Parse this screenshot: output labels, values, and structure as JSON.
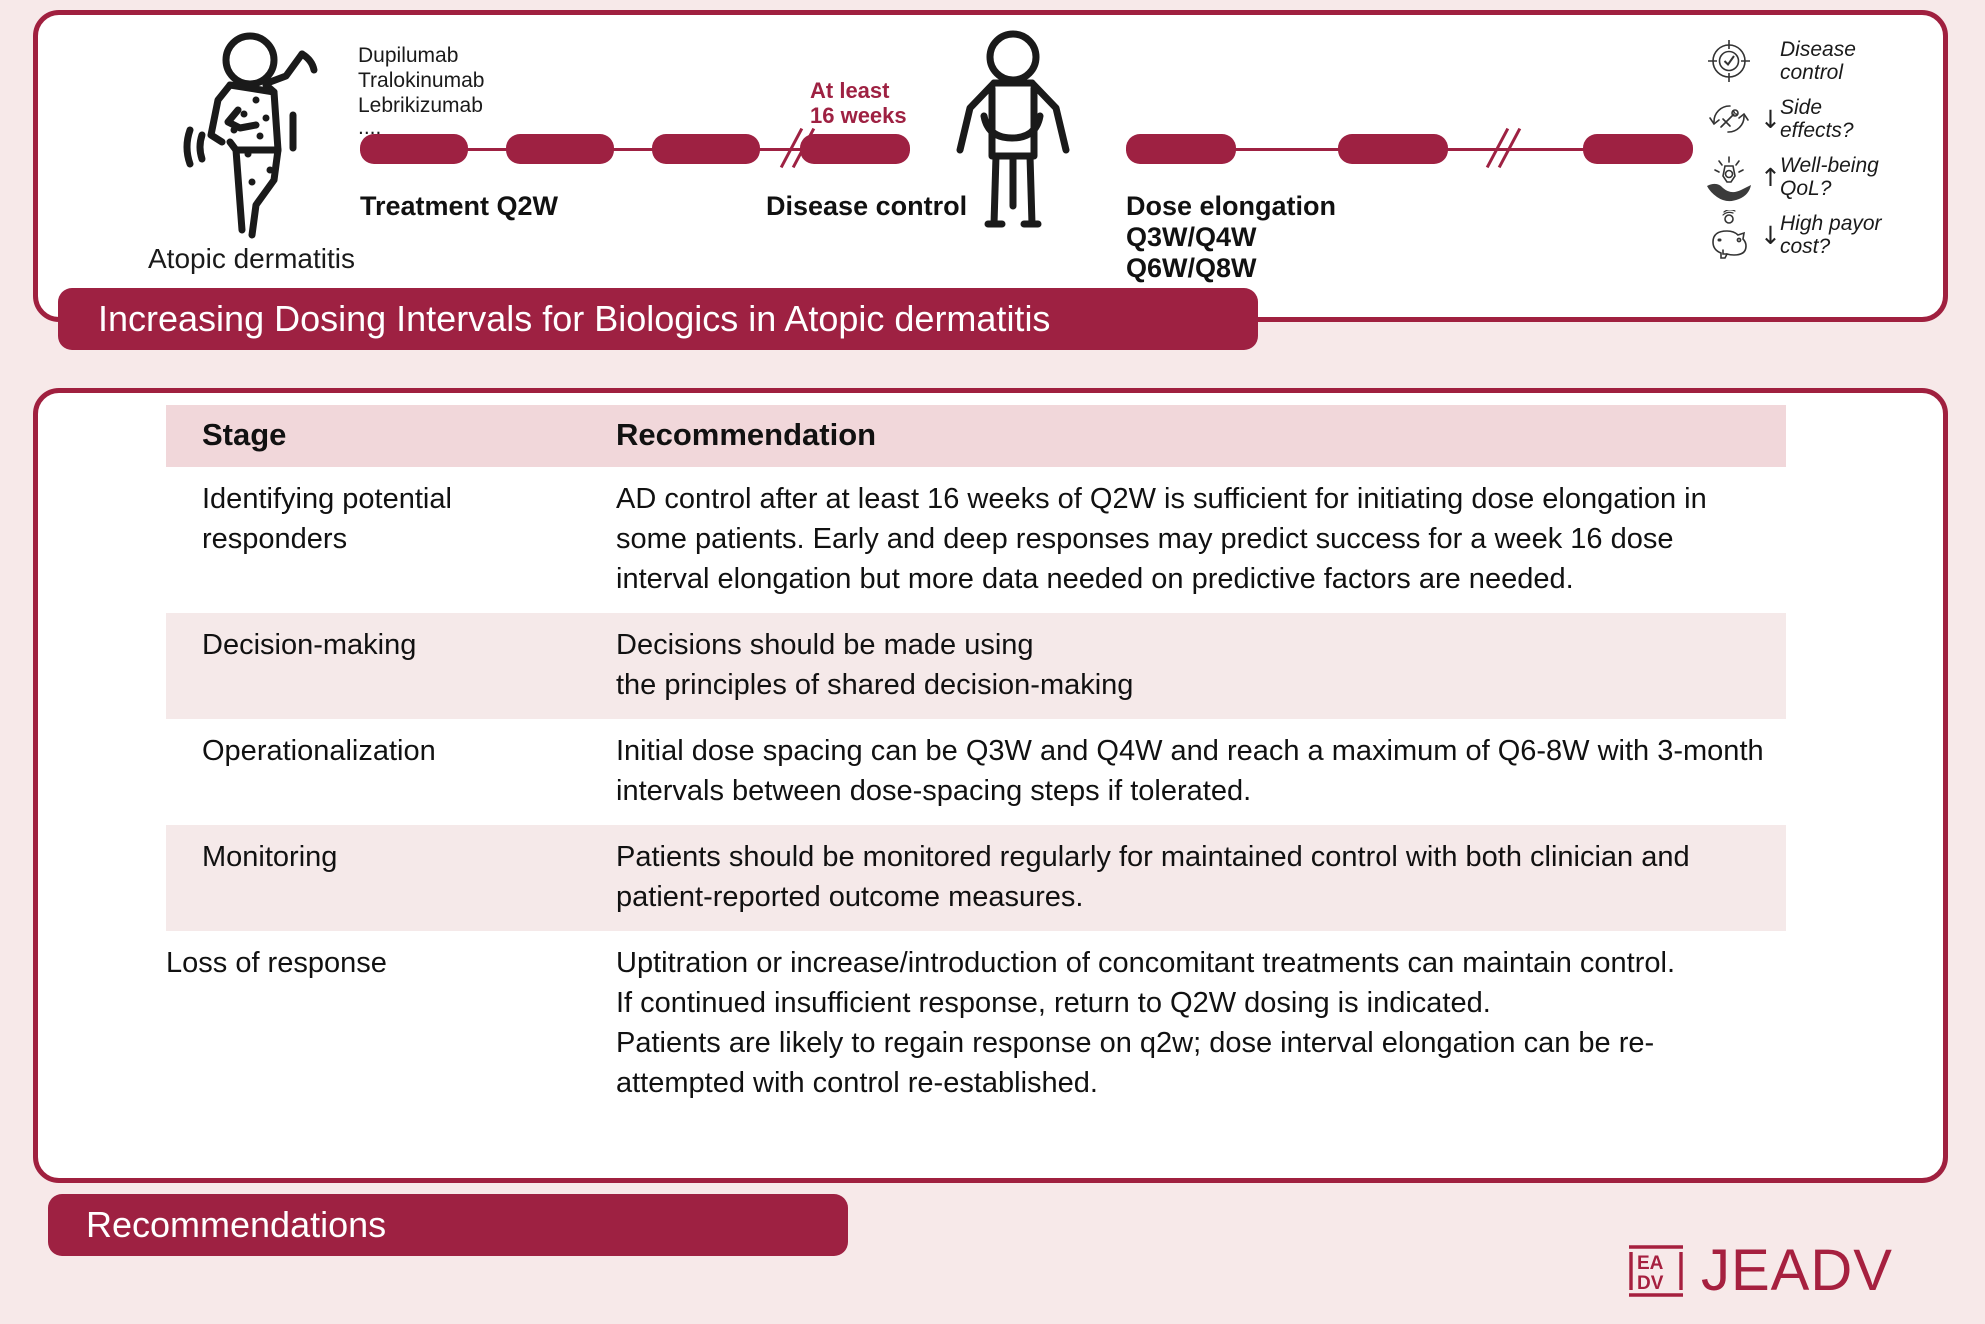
{
  "colors": {
    "brand_dark_red": "#9e2142",
    "card_border": "#a0203f",
    "page_background": "#f7e9e9",
    "table_header_pink": "#f1d7da",
    "table_stripe_pink": "#f5e9e9",
    "logo_red": "#a6203f"
  },
  "diagram": {
    "patient_label": "Atopic dermatitis",
    "drug_list": "Dupilumab\nTralokinumab\nLebrikizumab\n....",
    "treatment_label": "Treatment Q2W",
    "duration_note": "At least\n16 weeks",
    "disease_control_label": "Disease control",
    "dose_elongation_label": "Dose elongation\nQ3W/Q4W\nQ6W/Q8W",
    "legend": [
      {
        "icon": "target-check-icon",
        "arrow": "",
        "text": "Disease\ncontrol"
      },
      {
        "icon": "syringe-recycle-icon",
        "arrow": "↓",
        "text": "Side\neffects?"
      },
      {
        "icon": "hand-lightbulb-icon",
        "arrow": "↑",
        "text": "Well-being\nQoL?"
      },
      {
        "icon": "piggy-bank-icon",
        "arrow": "↓",
        "text": "High payor\ncost?"
      }
    ]
  },
  "title_banner": {
    "label": "Increasing Dosing Intervals for Biologics in Atopic dermatitis"
  },
  "table": {
    "headers": [
      "Stage",
      "Recommendation"
    ],
    "rows": [
      {
        "stage": "Identifying potential responders",
        "recommendation": "AD control after at least 16 weeks of Q2W is sufficient for initiating dose elongation in some patients. Early and deep responses may predict success for a week 16 dose interval elongation but more data needed on predictive factors are needed.",
        "shaded": false
      },
      {
        "stage": "Decision-making",
        "recommendation": "Decisions should be made using\nthe principles of shared decision-making",
        "shaded": true
      },
      {
        "stage": "Operationalization",
        "recommendation": "Initial dose spacing can be Q3W and Q4W and reach a maximum of Q6-8W with 3-month intervals between dose-spacing steps if tolerated.",
        "shaded": false
      },
      {
        "stage": "Monitoring",
        "recommendation": "Patients should be monitored regularly for maintained control with both clinician and patient-reported outcome measures.",
        "shaded": true
      },
      {
        "stage": "Loss of response",
        "recommendation": "Uptitration or increase/introduction of concomitant treatments can maintain control.\nIf continued insufficient response, return to Q2W dosing is indicated.\nPatients are likely to regain response on q2w; dose interval elongation can be re-attempted with control re-established.",
        "shaded": false
      }
    ]
  },
  "bottom_banner": {
    "label": "Recommendations"
  },
  "logo": {
    "mark_top": "EA",
    "mark_bottom": "DV",
    "wordmark": "JEADV"
  }
}
